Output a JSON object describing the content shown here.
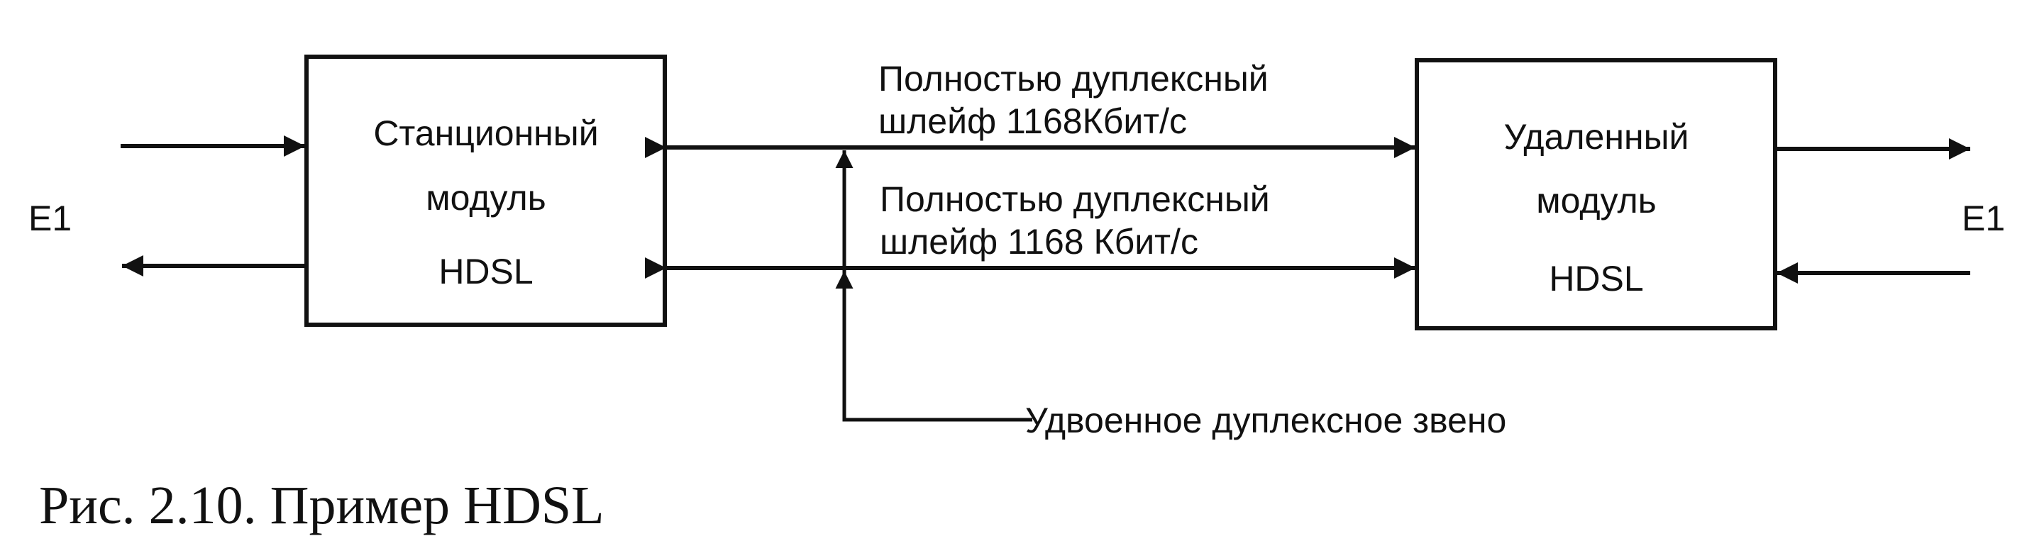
{
  "left_port": {
    "label": "E1"
  },
  "right_port": {
    "label": "E1"
  },
  "station_module": {
    "line1": "Станционный",
    "line2": "модуль",
    "line3": "HDSL"
  },
  "remote_module": {
    "line1": "Удаленный",
    "line2": "модуль",
    "line3": "HDSL"
  },
  "loop_top": {
    "line1": "Полностью дуплексный",
    "line2": "шлейф  1168Кбит/с"
  },
  "loop_bottom": {
    "line1": "Полностью дуплексный",
    "line2": "шлейф 1168 Кбит/с"
  },
  "doubled_link": {
    "label": "Удвоенное дуплексное звено"
  },
  "caption": {
    "text": "Рис. 2.10.  Пример HDSL"
  }
}
